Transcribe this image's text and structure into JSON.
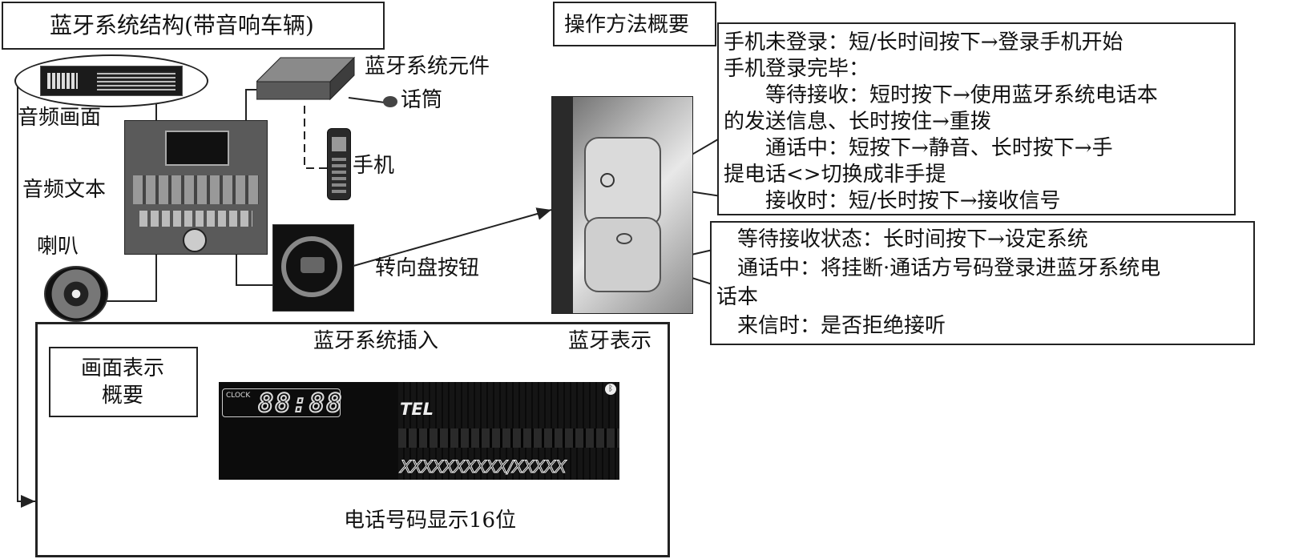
{
  "title": "蓝牙系统结构(带音响车辆)",
  "labels": {
    "audio_screen": "音频画面",
    "audio_text": "音频文本",
    "speaker": "喇叭",
    "components": "蓝牙系统元件",
    "microphone": "话筒",
    "phone": "手机",
    "steering_button": "转向盘按钮"
  },
  "operation": {
    "title": "操作方法概要",
    "upper_lines": [
      "手机未登录：短/长时间按下→登录手机开始",
      "手机登录完毕：",
      "　　等待接收：短时按下→使用蓝牙系统电话本",
      "的发送信息、长时按住→重拨",
      "　　通话中：短按下→静音、长时按下→手",
      "提电话<>切换成非手提",
      "　　接收时：短/长时按下→接收信号"
    ],
    "lower_lines": [
      "　等待接收状态：长时间按下→设定系统",
      "　通话中：将挂断·通话方号码登录进蓝牙系统电",
      "话本",
      "　来信时：是否拒绝接听"
    ]
  },
  "screen": {
    "box_title_line1": "画面表示",
    "box_title_line2": "概要",
    "insert_label": "蓝牙系统插入",
    "bt_label": "蓝牙表示",
    "number_label": "电话号码显示16位",
    "clock_label": "CLOCK",
    "clock_digits": "88:88",
    "tel_text": "TEL",
    "number_text": "XXXXXXXXXX/XXXXX"
  },
  "colors": {
    "line": "#222222",
    "lcd": "#0c0c0c",
    "photo_dark": "#1a1a1a"
  }
}
